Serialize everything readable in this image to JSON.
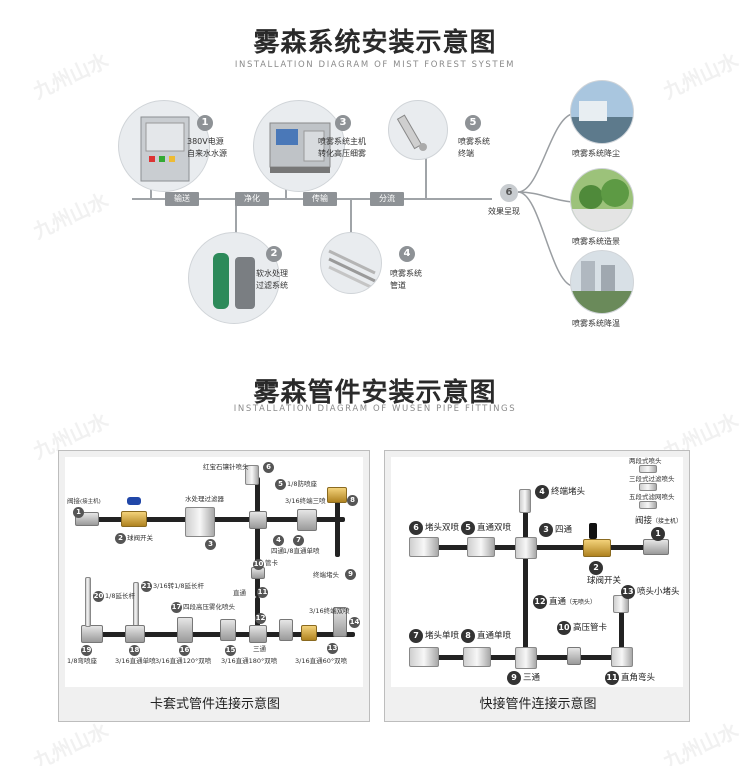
{
  "section1": {
    "title": "雾森系统安装示意图",
    "subtitle": "INSTALLATION DIAGRAM OF MIST FOREST SYSTEM",
    "steps": [
      {
        "num": "1",
        "line1": "380V电源",
        "line2": "自来水水源"
      },
      {
        "num": "2",
        "line1": "软水处理",
        "line2": "过滤系统"
      },
      {
        "num": "3",
        "line1": "喷雾系统主机",
        "line2": "转化高压细雾"
      },
      {
        "num": "4",
        "line1": "喷雾系统",
        "line2": "管道"
      },
      {
        "num": "5",
        "line1": "喷雾系统",
        "line2": "终端"
      },
      {
        "num": "6",
        "line1": "效果呈现",
        "line2": ""
      }
    ],
    "tags": [
      "输送",
      "净化",
      "传输",
      "分流"
    ],
    "effects": [
      "喷雾系统降尘",
      "喷雾系统造景",
      "喷雾系统降温"
    ]
  },
  "section2": {
    "title": "雾森管件安装示意图",
    "subtitle": "INSTALLATION DIAGRAM OF WUSEN PIPE FITTINGS"
  },
  "panel_left": {
    "caption": "卡套式管件连接示意图",
    "labels": {
      "l1": "阀接",
      "l1b": "(接主机)",
      "l2": "球阀开关",
      "l3": "水处理过滤器",
      "l4": "四通",
      "l5": "1/8防喷座",
      "l6": "红宝石镶针喷头",
      "l7": "1/8直通单喷",
      "l8": "3/16终端三喷",
      "l9": "终端堵头",
      "l10": "管卡",
      "l11": "直通",
      "l12": "三通",
      "l13": "3/16直通60°双喷",
      "l14": "3/16终端双喷",
      "l15": "3/16直通180°双喷",
      "l16": "3/16直通120°双喷",
      "l17": "四段高压雾化喷头",
      "l18": "3/16直通单喷",
      "l19": "1/8弯喷座",
      "l20": "1/8延长杆",
      "l21": "3/16转1/8延长杆"
    }
  },
  "panel_right": {
    "caption": "快接管件连接示意图",
    "labels": {
      "r1": "阀接",
      "r1b": "（接主机）",
      "r2": "球阀开关",
      "r3": "四通",
      "r4": "终端堵头",
      "r5": "直通双喷",
      "r6": "堵头双喷",
      "r7": "堵头单喷",
      "r8": "直通单喷",
      "r9": "三通",
      "r10": "高压管卡",
      "r11": "直角弯头",
      "r12": "直通",
      "r12b": "（无喷头）",
      "r13": "喷头小堵头",
      "n1": "两段式喷头",
      "n2": "三段式过滤喷头",
      "n3": "五段式滤网喷头"
    }
  },
  "watermark": "九州山水"
}
